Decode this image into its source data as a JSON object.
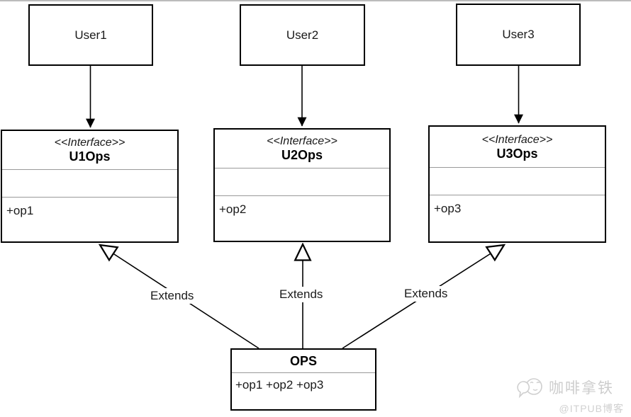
{
  "diagram": {
    "type": "uml-class-diagram",
    "users": [
      {
        "label": "User1"
      },
      {
        "label": "User2"
      },
      {
        "label": "User3"
      }
    ],
    "interfaces": [
      {
        "stereotype": "<<Interface>>",
        "name": "U1Ops",
        "operations": "+op1"
      },
      {
        "stereotype": "<<Interface>>",
        "name": "U2Ops",
        "operations": "+op2"
      },
      {
        "stereotype": "<<Interface>>",
        "name": "U3Ops",
        "operations": "+op3"
      }
    ],
    "ops": {
      "name": "OPS",
      "operations": "+op1 +op2 +op3"
    },
    "use_edges": [
      {
        "from": "User1",
        "to": "U1Ops"
      },
      {
        "from": "User2",
        "to": "U2Ops"
      },
      {
        "from": "User3",
        "to": "U3Ops"
      }
    ],
    "extends_edges": [
      {
        "from": "OPS",
        "to": "U1Ops",
        "label": "Extends"
      },
      {
        "from": "OPS",
        "to": "U2Ops",
        "label": "Extends"
      },
      {
        "from": "OPS",
        "to": "U3Ops",
        "label": "Extends"
      }
    ],
    "colors": {
      "line": "#000000",
      "divider": "#999999",
      "background": "#ffffff"
    }
  },
  "watermark": {
    "icon": "coffee-latte-logo",
    "title": "咖啡拿铁",
    "subtitle": "@ITPUB博客",
    "color": "#cdcdcd"
  }
}
